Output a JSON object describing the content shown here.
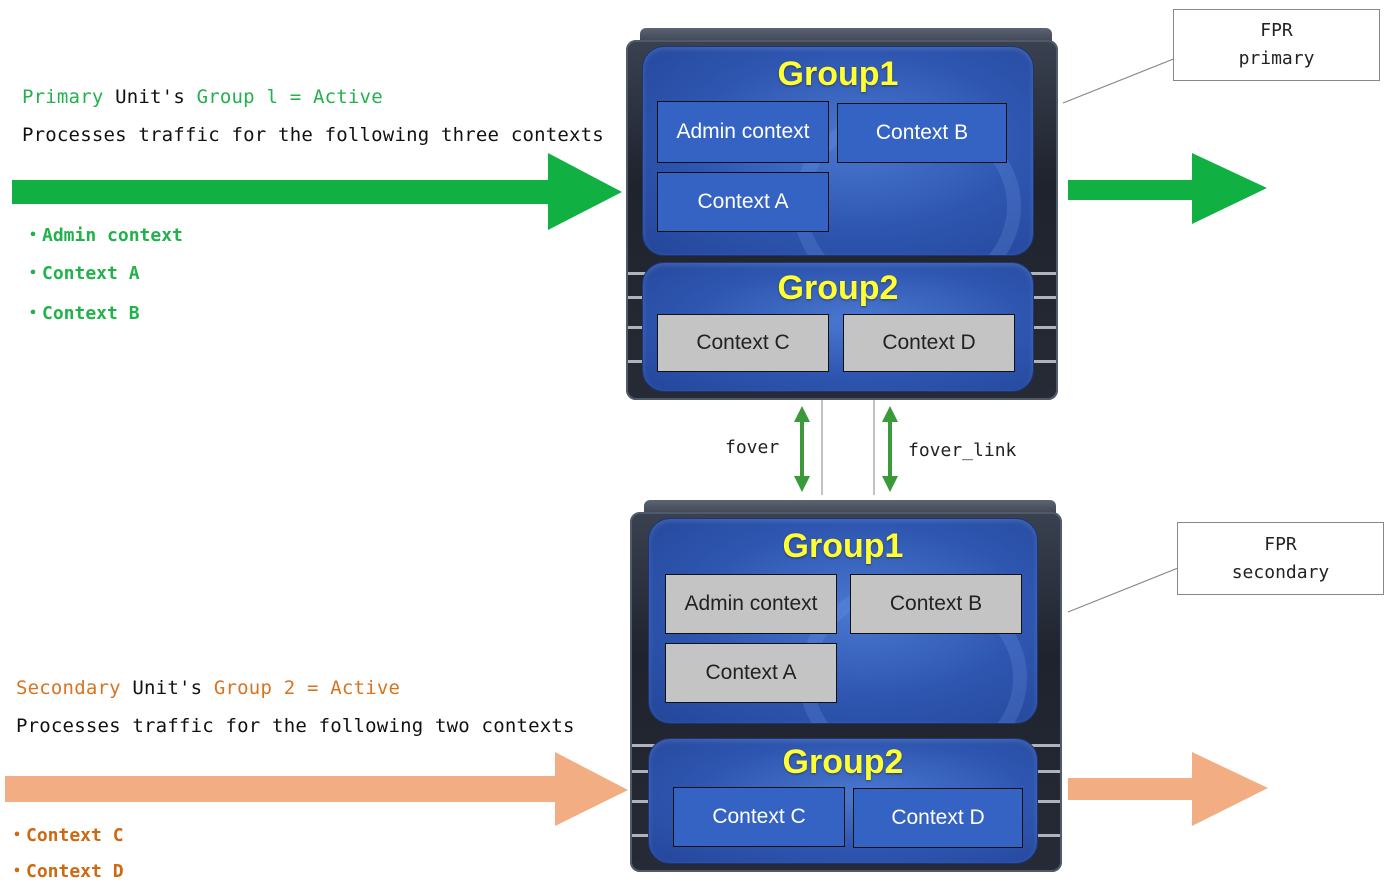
{
  "primary_desc": {
    "line1": {
      "unit_word": "Primary",
      "unit_suffix": " Unit's ",
      "group": "Group l = Active"
    },
    "line2": "Processes traffic for the following three contexts",
    "bullets": [
      "・Admin context",
      "・Context A",
      "・Context B"
    ]
  },
  "secondary_desc": {
    "line1": {
      "unit_word": "Secondary",
      "unit_suffix": " Unit's ",
      "group": "Group 2 = Active"
    },
    "line2": "Processes traffic for the following two contexts",
    "bullets": [
      "・Context C",
      "・Context D"
    ]
  },
  "primary_unit": {
    "label_line1": "FPR",
    "label_line2": "primary",
    "group1": {
      "title": "Group1",
      "contexts": [
        "Admin context",
        "Context B",
        "Context A"
      ]
    },
    "group2": {
      "title": "Group2",
      "contexts": [
        "Context C",
        "Context D"
      ]
    }
  },
  "secondary_unit": {
    "label_line1": "FPR",
    "label_line2": "secondary",
    "group1": {
      "title": "Group1",
      "contexts": [
        "Admin context",
        "Context B",
        "Context A"
      ]
    },
    "group2": {
      "title": "Group2",
      "contexts": [
        "Context C",
        "Context D"
      ]
    }
  },
  "links": {
    "fover": "fover",
    "fover_link": "fover_link"
  },
  "colors": {
    "active_green": "#22b24c",
    "active_orange": "#f0b085",
    "context_active": "#3563c4",
    "context_standby": "#c4c4c4",
    "group_title": "#ffff33"
  }
}
